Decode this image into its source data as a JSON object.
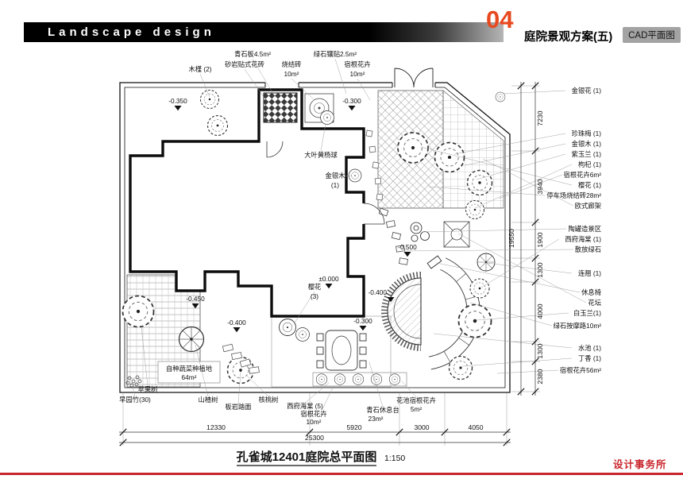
{
  "header": {
    "logo_text": "Landscape design",
    "page_number": "04",
    "title": "庭院景观方案(五)",
    "tag": "CAD平面图"
  },
  "plan": {
    "title": "孔雀城12401庭院总平面图",
    "scale": "1:150",
    "top_labels": [
      "木槿 (2)",
      "青石板4.5m²",
      "砂岩贴式花砖",
      "烧结砖",
      "10m²",
      "绿石镶贴2.5m²",
      "宿根花卉",
      "10m²"
    ],
    "inner_labels": {
      "boxwood": "大叶黄杨球",
      "honeysuckle_tree": "金银木",
      "honeysuckle_count": "(1)",
      "cherry": "樱花",
      "cherry_count": "(3)"
    },
    "elevations": [
      "-0.350",
      "-0.300",
      "-0.400",
      "-0.450",
      "±0.000",
      "-0.500",
      "-0.300",
      "-0.400"
    ],
    "bottom_labels": [
      "自种蔬菜种植地",
      "64m²",
      "苹果树",
      "早园竹(30)",
      "山楂树",
      "板岩踏面",
      "核桃树",
      "西府海棠 (5)",
      "宿根花卉",
      "10m²",
      "青石休息台",
      "23m²",
      "花池宿根花卉",
      "5m²"
    ],
    "right_labels": [
      "金银花 (1)",
      "珍珠梅 (1)",
      "金银木 (1)",
      "紫玉兰 (1)",
      "枸杞 (1)",
      "宿根花卉6m²",
      "樱花 (1)",
      "停车场烧结砖28m²",
      "欧式廊架",
      "陶罐造景区",
      "西府海棠 (1)",
      "散放绿石",
      "连翘 (1)",
      "休息椅",
      "花坛",
      "白玉兰(1)",
      "绿石按摩路10m²",
      "水池 (1)",
      "丁香 (1)",
      "宿根花卉56m²"
    ],
    "dims": {
      "bottom": [
        "12330",
        "5920",
        "3000",
        "4050"
      ],
      "bottom_total": "25300",
      "right": [
        "7230",
        "3940",
        "1900",
        "1300",
        "4000",
        "1300",
        "2380"
      ],
      "right_total": "19550"
    }
  },
  "footer": {
    "studio": "设计事务所"
  },
  "colors": {
    "accent": "#e8481e",
    "red": "#c9252c",
    "ink": "#111111"
  }
}
